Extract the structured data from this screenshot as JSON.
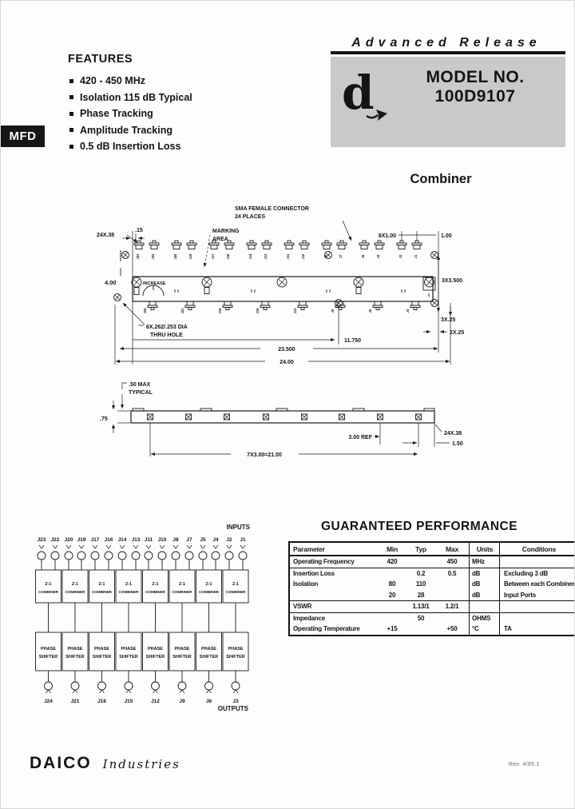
{
  "header": {
    "release_banner": "Advanced Release",
    "model_label": "MODEL NO.",
    "model_number": "100D9107",
    "product_type": "Combiner",
    "logo_letter": "d"
  },
  "badge": {
    "label": "MFD"
  },
  "features": {
    "title": "FEATURES",
    "items": [
      "420 - 450 MHz",
      "Isolation 115 dB Typical",
      "Phase Tracking",
      "Amplitude Tracking",
      "0.5 dB Insertion Loss"
    ]
  },
  "top_view": {
    "callout_sma_1": "SMA FEMALE CONNECTOR",
    "callout_sma_2": "24 PLACES",
    "callout_marking_1": "MARKING",
    "callout_marking_2": "AREA",
    "dim_connector": "24X.38",
    "dim_offset": ".15",
    "dim_8x": "8X1.00",
    "dim_end": "1.00",
    "dim_height": "4.00",
    "dim_3x35": "3X3.500",
    "dim_3x25": "3X.25",
    "dim_2x25": "2X.25",
    "increase_label": "INCREASE",
    "callout_hole_1": "6X.262/.253 DIA",
    "callout_hole_2": "THRU HOLE",
    "dim_11750": "11.750",
    "dim_23500": "23.500",
    "dim_2400": "24.00"
  },
  "side_view": {
    "callout_max_1": ".50 MAX",
    "callout_max_2": "TYPICAL",
    "dim_75": ".75",
    "dim_3ref": "3.00 REF",
    "dim_24x38": "24X.38",
    "dim_150": "1.50",
    "dim_pitch": "7X3.00=21.00"
  },
  "schematic": {
    "inputs_label": "INPUTS",
    "outputs_label": "OUTPUTS",
    "inputs": [
      "J23",
      "J22",
      "J20",
      "J19",
      "J17",
      "J16",
      "J14",
      "J13",
      "J11",
      "J10",
      "J8",
      "J7",
      "J5",
      "J4",
      "J2",
      "J1"
    ],
    "outputs": [
      "J24",
      "J21",
      "J18",
      "J15",
      "J12",
      "J9",
      "J6",
      "J3"
    ],
    "combiner_line1": "2:1",
    "combiner_line2": "COMBINER",
    "shifter_line1": "PHASE",
    "shifter_line2": "SHIFTER"
  },
  "performance": {
    "title": "GUARANTEED PERFORMANCE",
    "columns": [
      "Parameter",
      "Min",
      "Typ",
      "Max",
      "Units",
      "Conditions"
    ],
    "rows": [
      {
        "param": "Operating Frequency",
        "min": "420",
        "typ": "",
        "max": "450",
        "units": "MHz",
        "cond": ""
      },
      {
        "param": "Insertion Loss",
        "min": "",
        "typ": "0.2",
        "max": "0.5",
        "units": "dB",
        "cond": "Excluding 3 dB"
      },
      {
        "param": "Isolation",
        "min": "80",
        "typ": "110",
        "max": "",
        "units": "dB",
        "cond": "Between each Combiner"
      },
      {
        "param": "",
        "min": "20",
        "typ": "28",
        "max": "",
        "units": "dB",
        "cond": "Input Ports"
      },
      {
        "param": "VSWR",
        "min": "",
        "typ": "1.13/1",
        "max": "1.2/1",
        "units": "",
        "cond": ""
      },
      {
        "param": "Impedance",
        "min": "",
        "typ": "50",
        "max": "",
        "units": "OHMS",
        "cond": ""
      },
      {
        "param": "Operating Temperature",
        "min": "+15",
        "typ": "",
        "max": "+50",
        "units": "°C",
        "cond": "TA"
      }
    ]
  },
  "footer": {
    "company": "DAICO",
    "company_suffix": "Industries",
    "revision": "Rev. 4/95.1"
  },
  "colors": {
    "model_box_bg": "#c9c9c9",
    "badge_bg": "#161616",
    "ink": "#141414"
  }
}
